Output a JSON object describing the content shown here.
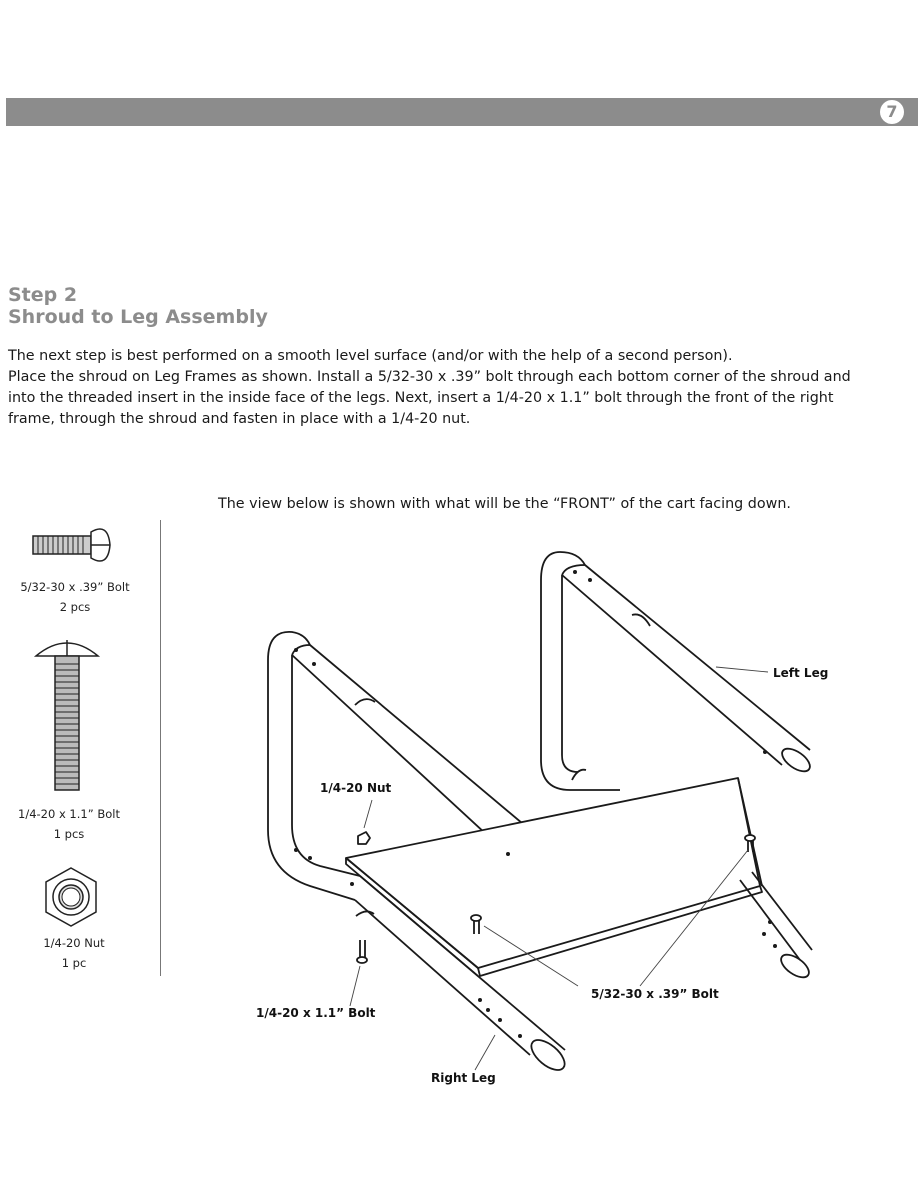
{
  "header": {
    "page_number": "7"
  },
  "step": {
    "title": "Step 2",
    "subtitle": "Shroud to Leg Assembly",
    "instructions": [
      "The next step is best performed on a smooth level surface (and/or with the help of a second person).",
      "Place the shroud on Leg Frames as shown. Install a 5/32-30 x .39” bolt through each bottom corner of the shroud and",
      "into the threaded insert in the inside face of the legs. Next, insert a 1/4-20 x 1.1” bolt through the front of the right",
      "frame, through the shroud and fasten in place with a 1/4-20 nut."
    ]
  },
  "view_note": "The view below is shown with what will be the “FRONT” of the cart facing down.",
  "parts": [
    {
      "name": "5/32-30 x .39” Bolt",
      "qty": "2 pcs",
      "icon": "short-bolt-icon"
    },
    {
      "name": "1/4-20 x 1.1” Bolt",
      "qty": "1 pcs",
      "icon": "long-bolt-icon"
    },
    {
      "name": "1/4-20 Nut",
      "qty": "1 pc",
      "icon": "hex-nut-icon"
    }
  ],
  "callouts": {
    "left_leg": "Left Leg",
    "nut": "1/4-20 Nut",
    "long_bolt": "1/4-20 x 1.1” Bolt",
    "short_bolts": "5/32-30 x .39” Bolt",
    "right_leg": "Right Leg"
  },
  "colors": {
    "header_bar": "#8c8c8c",
    "title": "#8c8c8c",
    "line_art": "#1a1a1a"
  }
}
